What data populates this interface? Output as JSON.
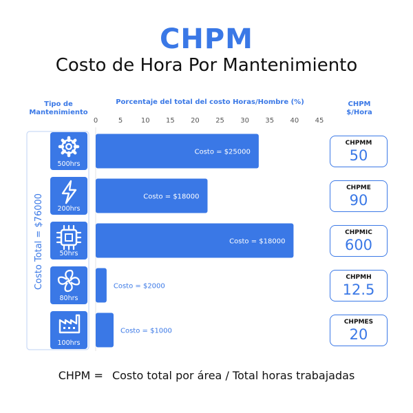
{
  "header": {
    "title": "CHPM",
    "subtitle": "Costo de Hora Por Mantenimiento"
  },
  "column_headers": {
    "type_line1": "Tipo de",
    "type_line2": "Mantenimiento",
    "axis": "Porcentaje del total del costo Horas/Hombre (%)",
    "chpm_line1": "CHPM",
    "chpm_line2": "$/Hora"
  },
  "side_total": "Costo Total = $76000",
  "colors": {
    "accent": "#3a78e6",
    "text": "#111111"
  },
  "chart_data": {
    "type": "bar",
    "orientation": "horizontal",
    "xlabel": "Porcentaje del total del costo Horas/Hombre (%)",
    "xlim": [
      0,
      45
    ],
    "xticks": [
      0,
      5,
      10,
      15,
      20,
      25,
      30,
      35,
      40,
      45
    ],
    "categories": [
      {
        "icon": "gear-icon",
        "hours": "500hrs",
        "value": 32.8,
        "cost_label": "Costo = $25000"
      },
      {
        "icon": "lightning-icon",
        "hours": "200hrs",
        "value": 22.5,
        "cost_label": "Costo = $18000"
      },
      {
        "icon": "chip-icon",
        "hours": "50hrs",
        "value": 39.8,
        "cost_label": "Costo = $18000"
      },
      {
        "icon": "fan-icon",
        "hours": "80hrs",
        "value": 2.2,
        "cost_label": "Costo = $2000"
      },
      {
        "icon": "factory-icon",
        "hours": "100hrs",
        "value": 3.6,
        "cost_label": "Costo = $1000"
      }
    ]
  },
  "chpm_cards": [
    {
      "label": "CHPMM",
      "value": "50"
    },
    {
      "label": "CHPME",
      "value": "90"
    },
    {
      "label": "CHPMIC",
      "value": "600"
    },
    {
      "label": "CHPMH",
      "value": "12.5"
    },
    {
      "label": "CHPMES",
      "value": "20"
    }
  ],
  "formula": {
    "left": "CHPM =",
    "right": "Costo total por área / Total horas trabajadas"
  }
}
